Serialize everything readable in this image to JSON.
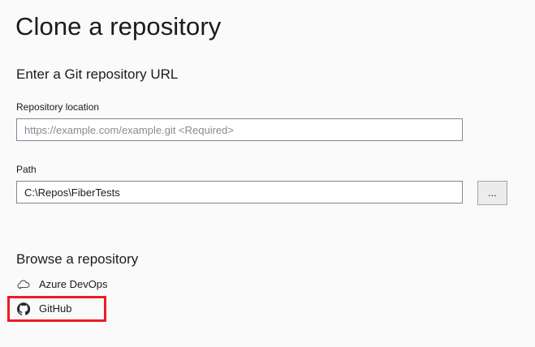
{
  "dialog": {
    "title": "Clone a repository"
  },
  "url_section": {
    "heading": "Enter a Git repository URL",
    "repository_location": {
      "label": "Repository location",
      "value": "",
      "placeholder": "https://example.com/example.git <Required>"
    },
    "path": {
      "label": "Path",
      "value": "C:\\Repos\\FiberTests",
      "placeholder": ""
    },
    "browse_button": {
      "label": "...",
      "name": "ellipsis-browse-button"
    }
  },
  "browse_section": {
    "heading": "Browse a repository",
    "providers": [
      {
        "label": "Azure DevOps",
        "icon": "cloud-icon",
        "highlighted": false
      },
      {
        "label": "GitHub",
        "icon": "github-icon",
        "highlighted": true
      }
    ]
  },
  "colors": {
    "background": "#fafafa",
    "text": "#1b1b1b",
    "placeholder": "#8a8a8a",
    "input_border": "#7b8794",
    "button_face": "#ececed",
    "button_border": "#a5a5a8",
    "annotation_red": "#ed1c24"
  }
}
